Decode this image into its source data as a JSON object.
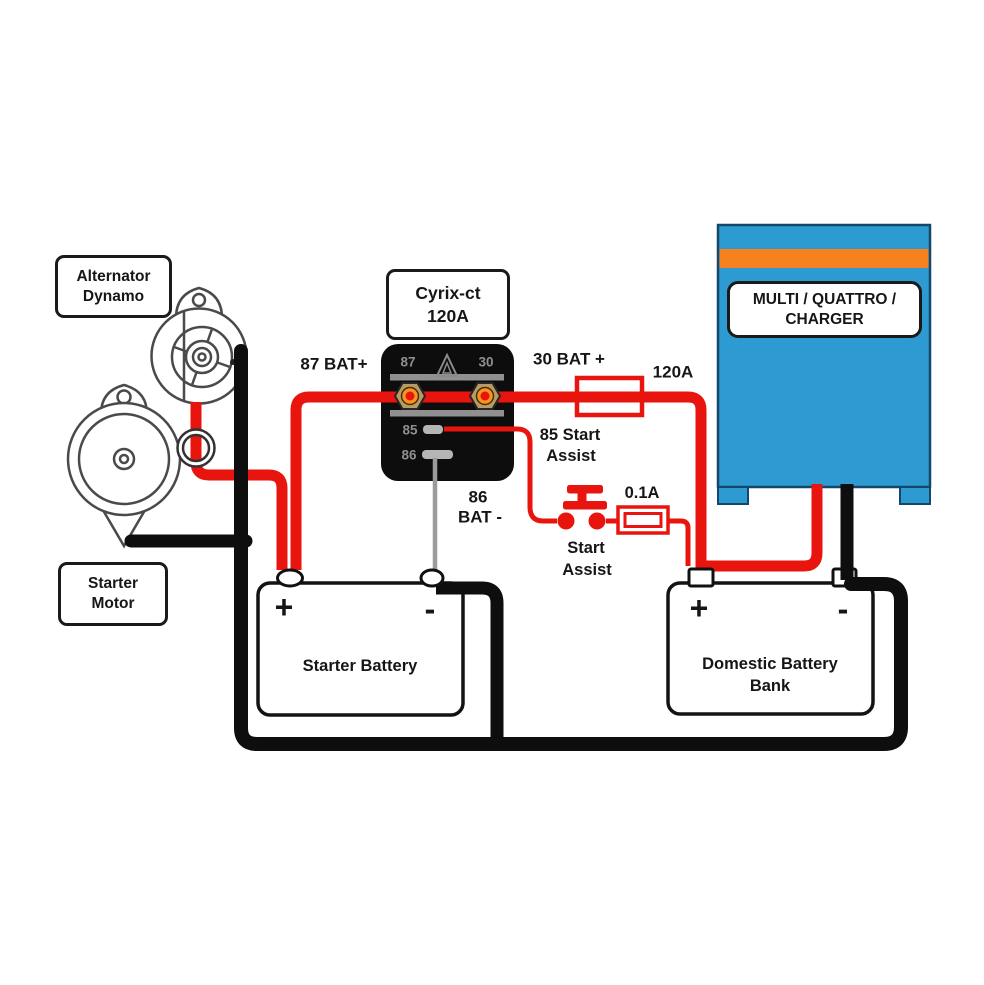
{
  "labels": {
    "alternator": {
      "line1": "Alternator",
      "line2": "Dynamo"
    },
    "starter_motor": {
      "line1": "Starter",
      "line2": "Motor"
    },
    "relay": {
      "line1": "Cyrix-ct",
      "line2": "120A"
    },
    "multi": {
      "line1": "MULTI / QUATTRO /",
      "line2": "CHARGER"
    }
  },
  "relay_pins": {
    "p87": "87",
    "p30": "30",
    "p85": "85",
    "p86": "86"
  },
  "wire_labels": {
    "bat87": "87 BAT+",
    "bat30": "30 BAT +",
    "main_fuse": "120A",
    "assist85_line1": "85 Start",
    "assist85_line2": "Assist",
    "bat86_line1": "86",
    "bat86_line2": "BAT -",
    "assist_fuse": "0.1A",
    "switch_line1": "Start",
    "switch_line2": "Assist"
  },
  "batteries": {
    "starter": {
      "plus": "+",
      "minus": "-",
      "name": "Starter Battery"
    },
    "domestic": {
      "plus": "+",
      "minus": "-",
      "name_line1": "Domestic Battery",
      "name_line2": "Bank"
    }
  },
  "colors": {
    "wire_red": "#e8150f",
    "wire_black": "#0e0e0e",
    "wire_gray": "#9b9b9b",
    "victron_blue": "#2e9ad2",
    "victron_orange": "#f6821f",
    "relay_body": "#0d0d0d",
    "terminal_brass": "#b99b63",
    "terminal_ring_orange": "#f7941d"
  }
}
